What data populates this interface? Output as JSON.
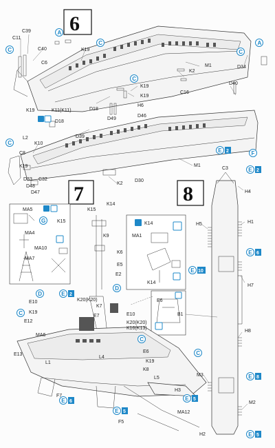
{
  "steps": {
    "step6": {
      "number": "6"
    },
    "step7": {
      "number": "7"
    },
    "step8": {
      "number": "8"
    }
  },
  "step6_labels": {
    "c39": "C39",
    "c11": "C11",
    "c40": "C40",
    "c6": "C6",
    "k19a": "K19",
    "m1a": "M1",
    "k2": "K2",
    "c16": "C16",
    "d34": "D34",
    "k19b": "K19",
    "h6": "H6",
    "k19c": "K19",
    "k11": "K11(K11)",
    "d18a": "D18",
    "d18b": "D18",
    "d46": "D46",
    "d49": "D49",
    "d40": "D40",
    "d39": "D39",
    "l2": "L2",
    "k10": "K10",
    "c8": "C8",
    "k19d": "K19",
    "c32": "C32",
    "d33": "D33",
    "d48": "D48",
    "d47": "D47",
    "k2b": "K2",
    "d30": "D30",
    "m1b": "M1"
  },
  "step7_labels": {
    "ma5": "MA5",
    "k15a": "K15",
    "ma4": "MA4",
    "ma10": "MA10",
    "ma7": "MA7",
    "k14a": "K14",
    "k15b": "K15",
    "k9": "K9",
    "k6": "K6",
    "e5a": "E5",
    "e2": "E2",
    "ma1": "MA1",
    "k14b": "K14",
    "k14c": "K14",
    "e10a": "E10",
    "k19a": "K19",
    "e12": "E12",
    "ma6": "MA6",
    "e13": "E13",
    "k20a": "K20(K20)",
    "k7": "K7",
    "e7": "E7",
    "e10b": "E10",
    "k20b": "K20(K20)",
    "k16": "K16(K13)",
    "e6": "E6",
    "l4": "L4",
    "l1": "L1",
    "k19b": "K19",
    "k8": "K8",
    "l5": "L5",
    "h3": "H3",
    "f7": "F7",
    "f5": "F5",
    "ma12": "MA12",
    "h2": "H2",
    "e5b": "E5"
  },
  "step8_labels": {
    "c3": "C3",
    "h4": "H4",
    "h5": "H5",
    "h1": "H1",
    "h7": "H7",
    "b1": "B1",
    "h8": "H8",
    "m3": "M3",
    "m2": "M2"
  },
  "badges": {
    "a1": "A",
    "a2": "A",
    "c1": "C",
    "c2": "C",
    "c3": "C",
    "c4": "C",
    "c5": "C",
    "c6": "C",
    "c7": "C",
    "c8": "C",
    "d1": "D",
    "d2": "D",
    "f1": "F",
    "g1": "G",
    "e_x2_a": "E",
    "e_x2_a_count": "2",
    "e_x2_b": "E",
    "e_x2_b_count": "2",
    "e_x2_c": "E",
    "e_x2_c_count": "2",
    "e_x10": "E",
    "e_x10_count": "10",
    "e_x6_a": "E",
    "e_x6_a_count": "6",
    "e_x8": "E",
    "e_x8_count": "8",
    "e_x5_a": "E",
    "e_x5_a_count": "5",
    "e_x5_b": "E",
    "e_x5_b_count": "5",
    "e_x5_c": "E",
    "e_x5_c_count": "5",
    "e_x6_b": "E",
    "e_x6_b_count": "6"
  },
  "icon_names": [
    "glue-icon",
    "drill-icon",
    "paint-icon",
    "decal-icon",
    "rotate-icon",
    "reverse-icon"
  ],
  "colors": {
    "badge": "#1e88c8",
    "line": "#333333",
    "paper": "#fcfcfc"
  }
}
